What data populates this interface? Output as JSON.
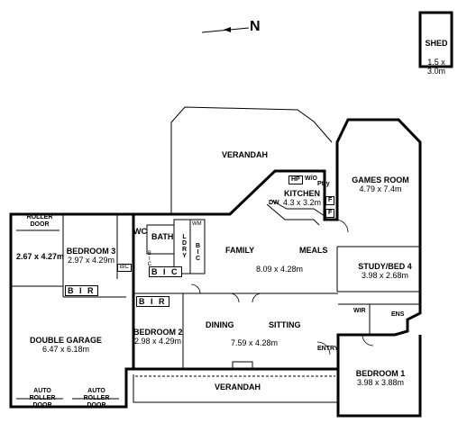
{
  "north": {
    "letter": "N"
  },
  "shed": {
    "name": "SHED",
    "dims": "1.5 x\n3.0m"
  },
  "verandah_top": "VERANDAH",
  "verandah_bottom": "VERANDAH",
  "games_room": {
    "name": "GAMES ROOM",
    "dims": "4.79 x 7.4m"
  },
  "kitchen": {
    "name": "KITCHEN",
    "dims": "4.3 x 3.2m",
    "hp": "HP",
    "wo": "W/O",
    "ptry": "Ptry",
    "dw": "DW",
    "f1": "F",
    "f2": "F"
  },
  "family": "FAMILY",
  "meals": "MEALS",
  "family_meals_dims": "8.09 x 4.28m",
  "study": {
    "name": "STUDY/BED 4",
    "dims": "3.98 x 2.68m"
  },
  "wir": "WIR",
  "ens": "ENS",
  "entry": "ENTRY",
  "bedroom1": {
    "name": "BEDROOM 1",
    "dims": "3.98 x 3.88m"
  },
  "dining": "DINING",
  "sitting": "SITTING",
  "dining_sitting_dims": "7.59 x 4.28m",
  "bedroom2": {
    "name": "BEDROOM 2",
    "dims": "2.98 x 4.29m"
  },
  "bedroom2_bir": "B I R",
  "bedroom3": {
    "name": "BEDROOM 3",
    "dims": "2.97 x 4.29m"
  },
  "bedroom3_bir": "B I R",
  "bath": "BATH",
  "wc": "WC",
  "ldry": "LDRY",
  "bic_ldry": "BIC",
  "wm": "WM",
  "bic_bath": "BIC",
  "bic_small": "BIC",
  "bic_hall": "B I C",
  "roller_door_top": "ROLLER\nDOOR",
  "garage": {
    "name": "DOUBLE GARAGE",
    "dims": "6.47 x 6.18m",
    "side_dims": "2.67 x 4.27m"
  },
  "auto_door_1": "AUTO\nROLLER DOOR",
  "auto_door_2": "AUTO\nROLLER DOOR"
}
